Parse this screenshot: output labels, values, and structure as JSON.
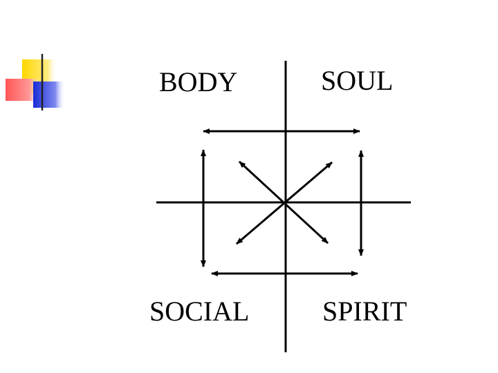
{
  "diagram": {
    "labels": {
      "body": "BODY",
      "soul": "SOUL",
      "social": "SOCIAL",
      "spirit": "SPIRIT"
    }
  },
  "colors": {
    "background": "#ffffff",
    "ink": "#000000",
    "accent_yellow": "#ffd700",
    "accent_red": "#ff6666",
    "accent_blue": "#2233dd"
  }
}
